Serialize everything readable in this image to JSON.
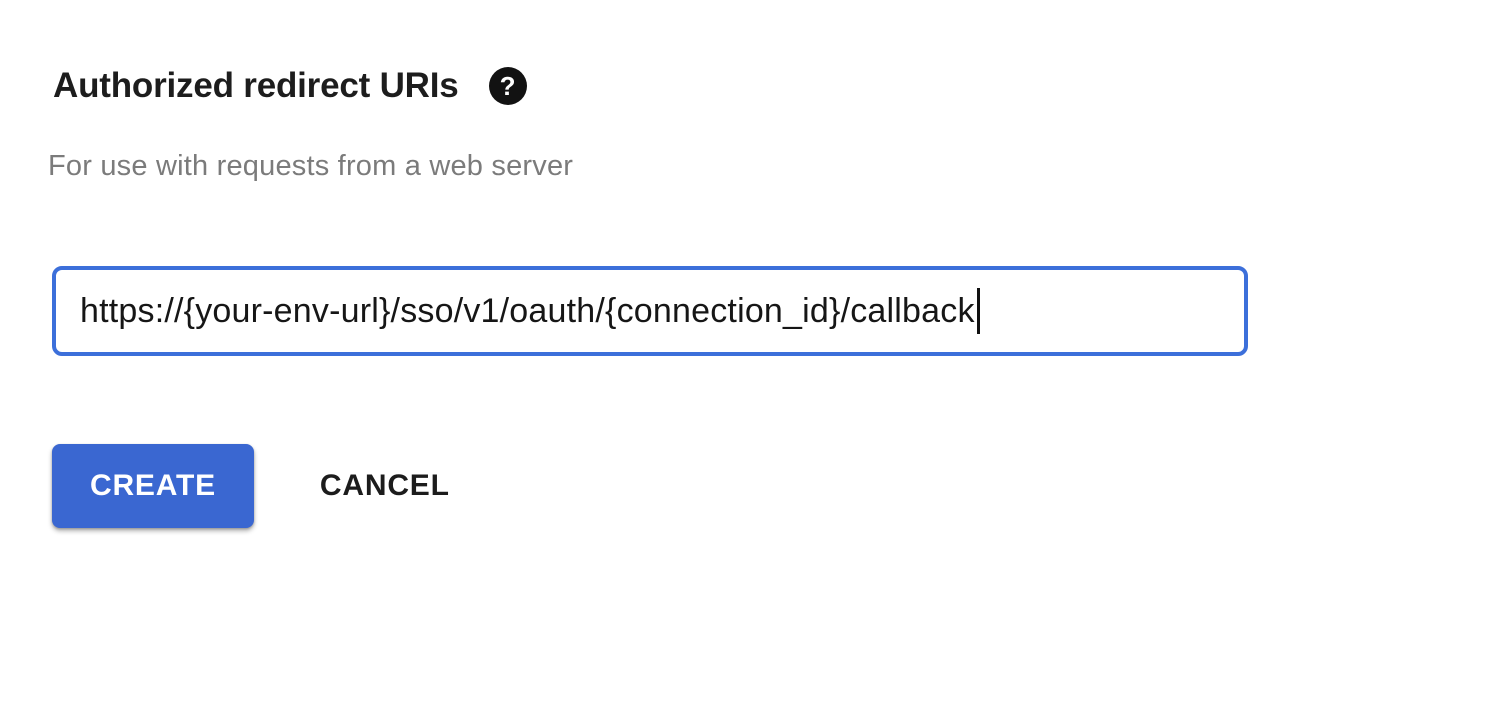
{
  "form": {
    "heading": "Authorized redirect URIs",
    "help_icon_glyph": "?",
    "description": "For use with requests from a web server",
    "redirect_uri_input": {
      "value": "https://{your-env-url}/sso/v1/oauth/{connection_id}/callback",
      "placeholder": "",
      "focused": true
    },
    "actions": {
      "create_label": "CREATE",
      "cancel_label": "CANCEL"
    }
  },
  "colors": {
    "background": "#ffffff",
    "heading_text": "#1d1d1d",
    "description_text": "#7b7b7b",
    "input_border_focused": "#3c6fda",
    "input_text": "#161616",
    "primary_button_bg": "#3a67d1",
    "primary_button_text": "#ffffff",
    "cancel_text": "#1c1c1c",
    "help_icon_bg": "#121212"
  }
}
